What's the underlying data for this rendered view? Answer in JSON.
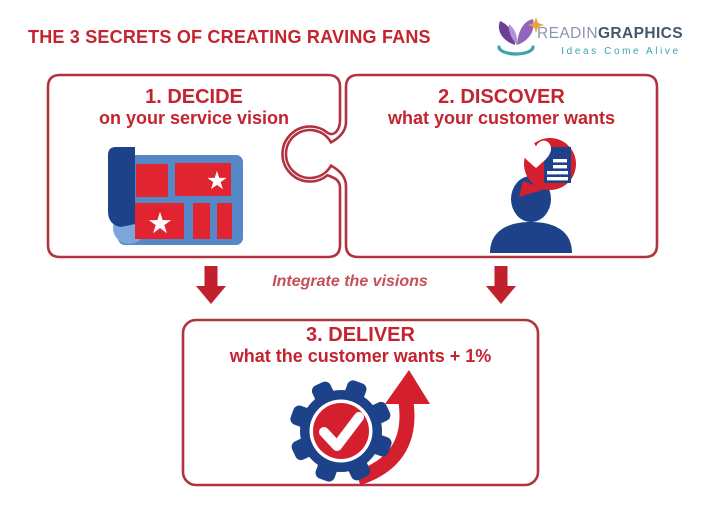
{
  "header": {
    "title": "THE 3 SECRETS OF CREATING RAVING FANS",
    "logo": {
      "brand_light": "READIN",
      "brand_bold": "GRAPHICS",
      "tagline": "Ideas Come Alive"
    }
  },
  "steps": [
    {
      "number_title": "1. DECIDE",
      "subtitle": "on your service vision",
      "icon": "blueprint-map"
    },
    {
      "number_title": "2. DISCOVER",
      "subtitle": "what your customer wants",
      "icon": "customer-speech-bubble"
    },
    {
      "number_title": "3. DELIVER",
      "subtitle": "what the customer wants + 1%",
      "icon": "gear-checkmark-arrow"
    }
  ],
  "connector_label": "Integrate the visions",
  "icons": {
    "star_glyph": "★"
  },
  "colors": {
    "crimson_text": "#c3242f",
    "outline_red": "#b23240",
    "bright_red": "#d41f2f",
    "block_red": "#e02430",
    "dark_blue": "#1d4289",
    "map_blue": "#5688c8",
    "light_blue": "#7ca6da",
    "logo_teal": "#3ba5ab",
    "logo_purple": "#6b3f95",
    "logo_gray": "#8a97a8",
    "logo_slate": "#45566a",
    "sparkle_gold": "#e8a33d"
  }
}
